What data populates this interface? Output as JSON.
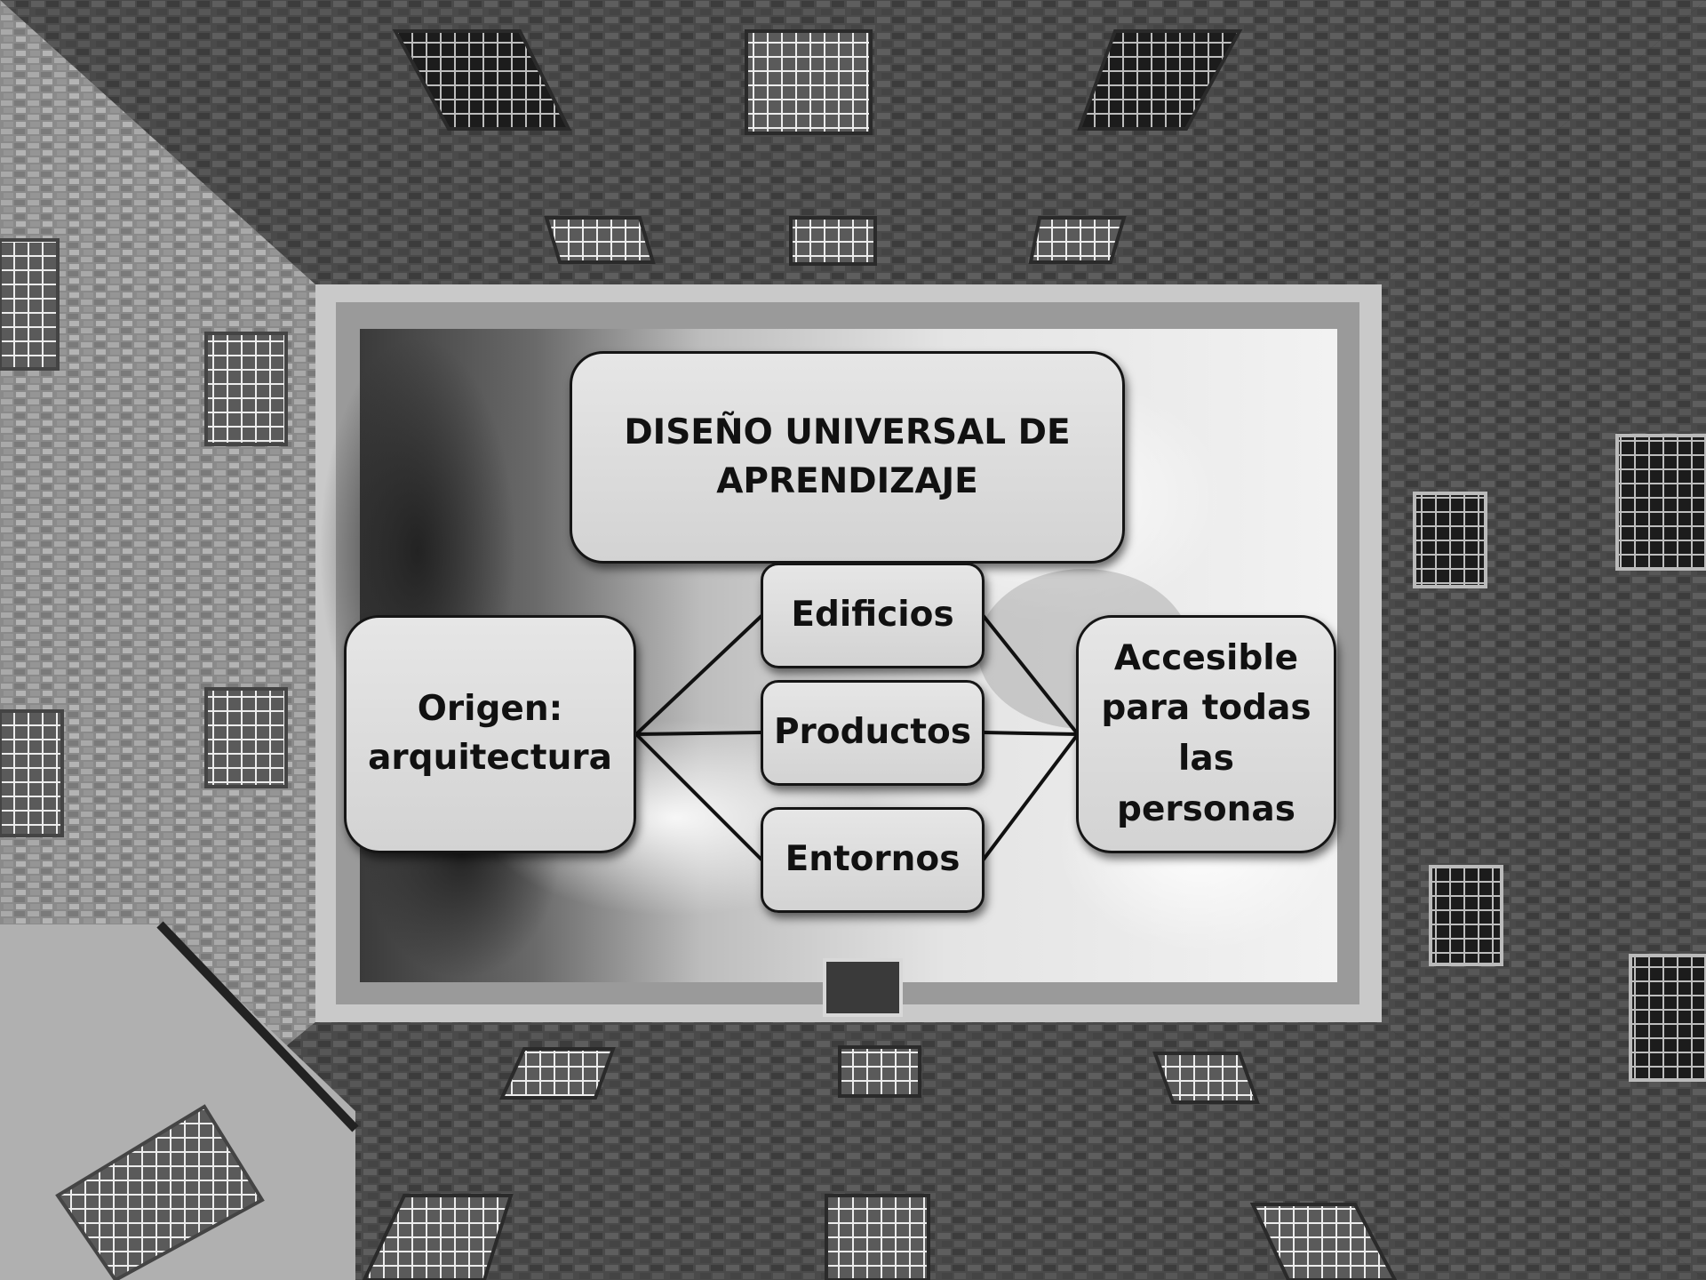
{
  "diagram": {
    "title": [
      "DISEÑO UNIVERSAL DE",
      "APRENDIZAJE"
    ],
    "origin": [
      "Origen:",
      "arquitectura"
    ],
    "items": [
      "Edificios",
      "Productos",
      "Entornos"
    ],
    "outcome": [
      "Accesible",
      "para todas",
      "las",
      "personas"
    ]
  },
  "colors": {
    "node_fill": "#dcdcdc",
    "node_border": "#151515",
    "connector": "#111111"
  },
  "background": {
    "description_icon": "courtyard-looking-up-photo"
  }
}
